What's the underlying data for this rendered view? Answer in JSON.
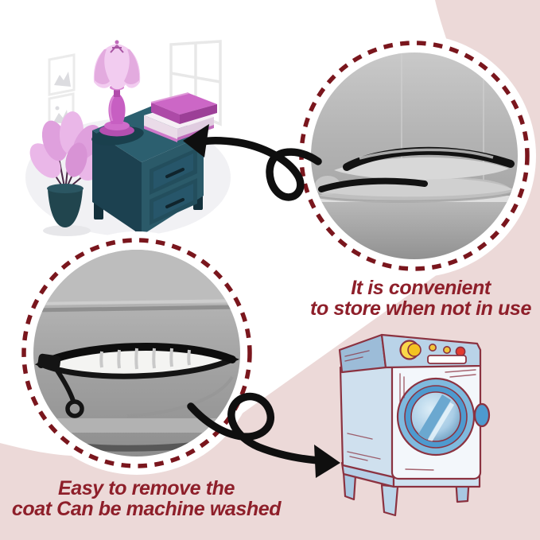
{
  "captions": {
    "store": {
      "line1": "It is convenient",
      "line2": "to store when not in use"
    },
    "wash": {
      "line1": "Easy to remove the",
      "line2": "coat Can be machine washed"
    }
  },
  "icons": {
    "bedroom_scene": "nightstand-with-lamp-books-plant-frames-window",
    "photo_top": "folded-blanket-with-black-trim-photo",
    "photo_bottom": "open-zipper-cushion-photo",
    "washer": "cartoon-washing-machine",
    "arrow_top": "curly-arrow-pointing-left",
    "arrow_bottom": "curly-arrow-pointing-right"
  },
  "colors": {
    "background": "#ffffff",
    "blob_pink": "#ecd9d8",
    "caption_text": "#8e1f2a",
    "dashed_border": "#7a161d",
    "arrow_black": "#0f0f0f",
    "furniture_teal": "#1c4150",
    "accent_magenta": "#c95fc4",
    "machine_body": "#f3f7fb",
    "machine_blue": "#4e9acf",
    "machine_outline": "#8b3240",
    "photo_gray": "#a8a8a8"
  }
}
